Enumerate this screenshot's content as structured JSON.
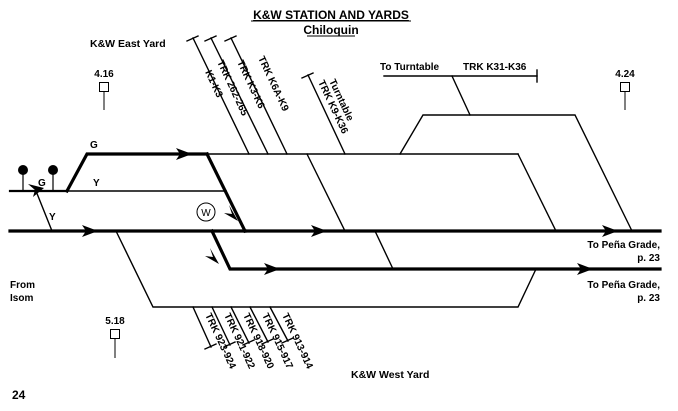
{
  "title": "K&W STATION AND YARDS",
  "subtitle": "Chiloquin",
  "page_number": "24",
  "yards": {
    "east": "K&W East Yard",
    "west": "K&W West Yard"
  },
  "mileposts": [
    "4.16",
    "4.24",
    "5.18"
  ],
  "east_spurs": [
    {
      "label1": "TRK 262-265",
      "label2": "K1-K3"
    },
    {
      "label1": "TRK K3-K6"
    },
    {
      "label1": "TRK K6A-K9"
    },
    {
      "label1": "Turntable",
      "label2": "TRK K9-K36"
    }
  ],
  "turntable_lead": {
    "label": "To Turntable",
    "track": "TRK K31-K36"
  },
  "west_spurs": [
    "TRK 923-924",
    "TRK 921-922",
    "TRK 918-920",
    "TRK 915-917",
    "TRK 913-914"
  ],
  "signal_aspects": {
    "g_upper": "G",
    "g_lower": "G",
    "y_siding": "Y",
    "y_crossover": "Y"
  },
  "whistle_post": "W",
  "destinations": {
    "from": "From\nIsom",
    "from_line1": "From",
    "from_line2": "Isom",
    "to_main_line1": "To Peña Grade,",
    "to_main_line2": "p. 23",
    "to_lower_line1": "To Peña Grade,",
    "to_lower_line2": "p. 23"
  }
}
